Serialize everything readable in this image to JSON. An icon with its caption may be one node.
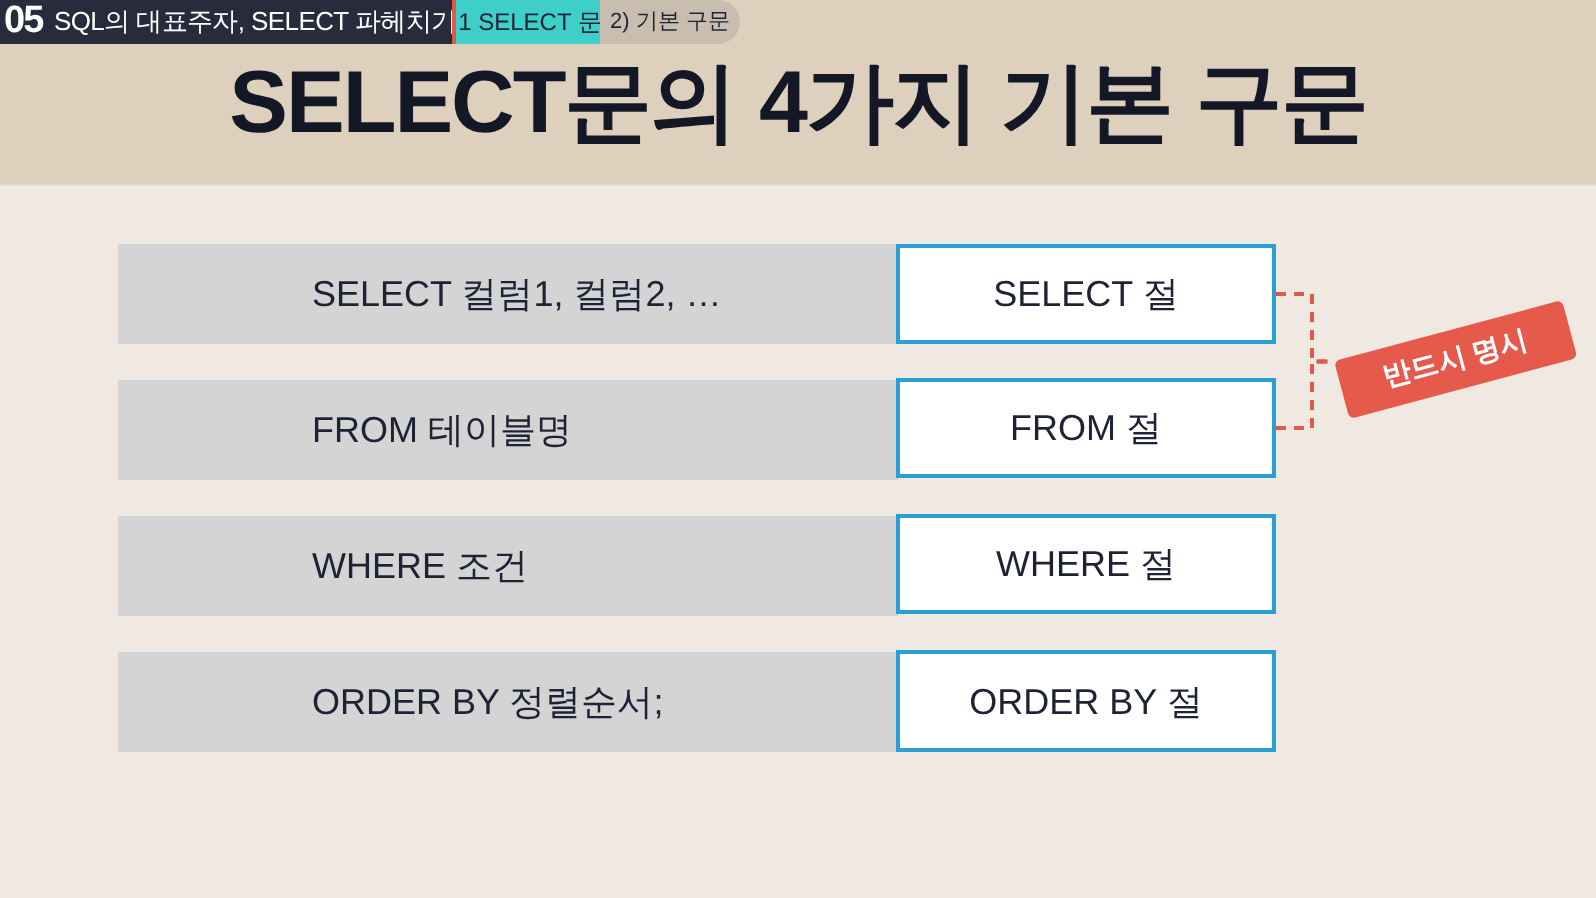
{
  "diagram": {
    "title": "SELECT문의 4가지 기본 구문",
    "nodes": [
      {
        "text": [
          "SELECT 컬럼1, 컬럼2, …"
        ]
      },
      {
        "text": [
          "SELECT 절"
        ]
      },
      {
        "text": [
          "FROM 테이블명"
        ]
      },
      {
        "text": [
          "FROM 절"
        ]
      },
      {
        "text": [
          "WHERE 조건"
        ]
      },
      {
        "text": [
          "WHERE 절"
        ]
      },
      {
        "text": [
          "ORDER BY 정렬순서;"
        ]
      },
      {
        "text": [
          "ORDER BY 절"
        ]
      },
      {
        "text": [
          "반드시 명시"
        ]
      }
    ],
    "edges": [
      {
        "from": 1,
        "to": 8,
        "arrow": "none",
        "style": "dashed"
      },
      {
        "from": 3,
        "to": 8,
        "arrow": "none",
        "style": "dashed"
      }
    ],
    "labels": [
      "05",
      "SQL의 대표주자, SELECT 파헤치기",
      "1 SELECT 문",
      "2) 기본 구문"
    ]
  }
}
